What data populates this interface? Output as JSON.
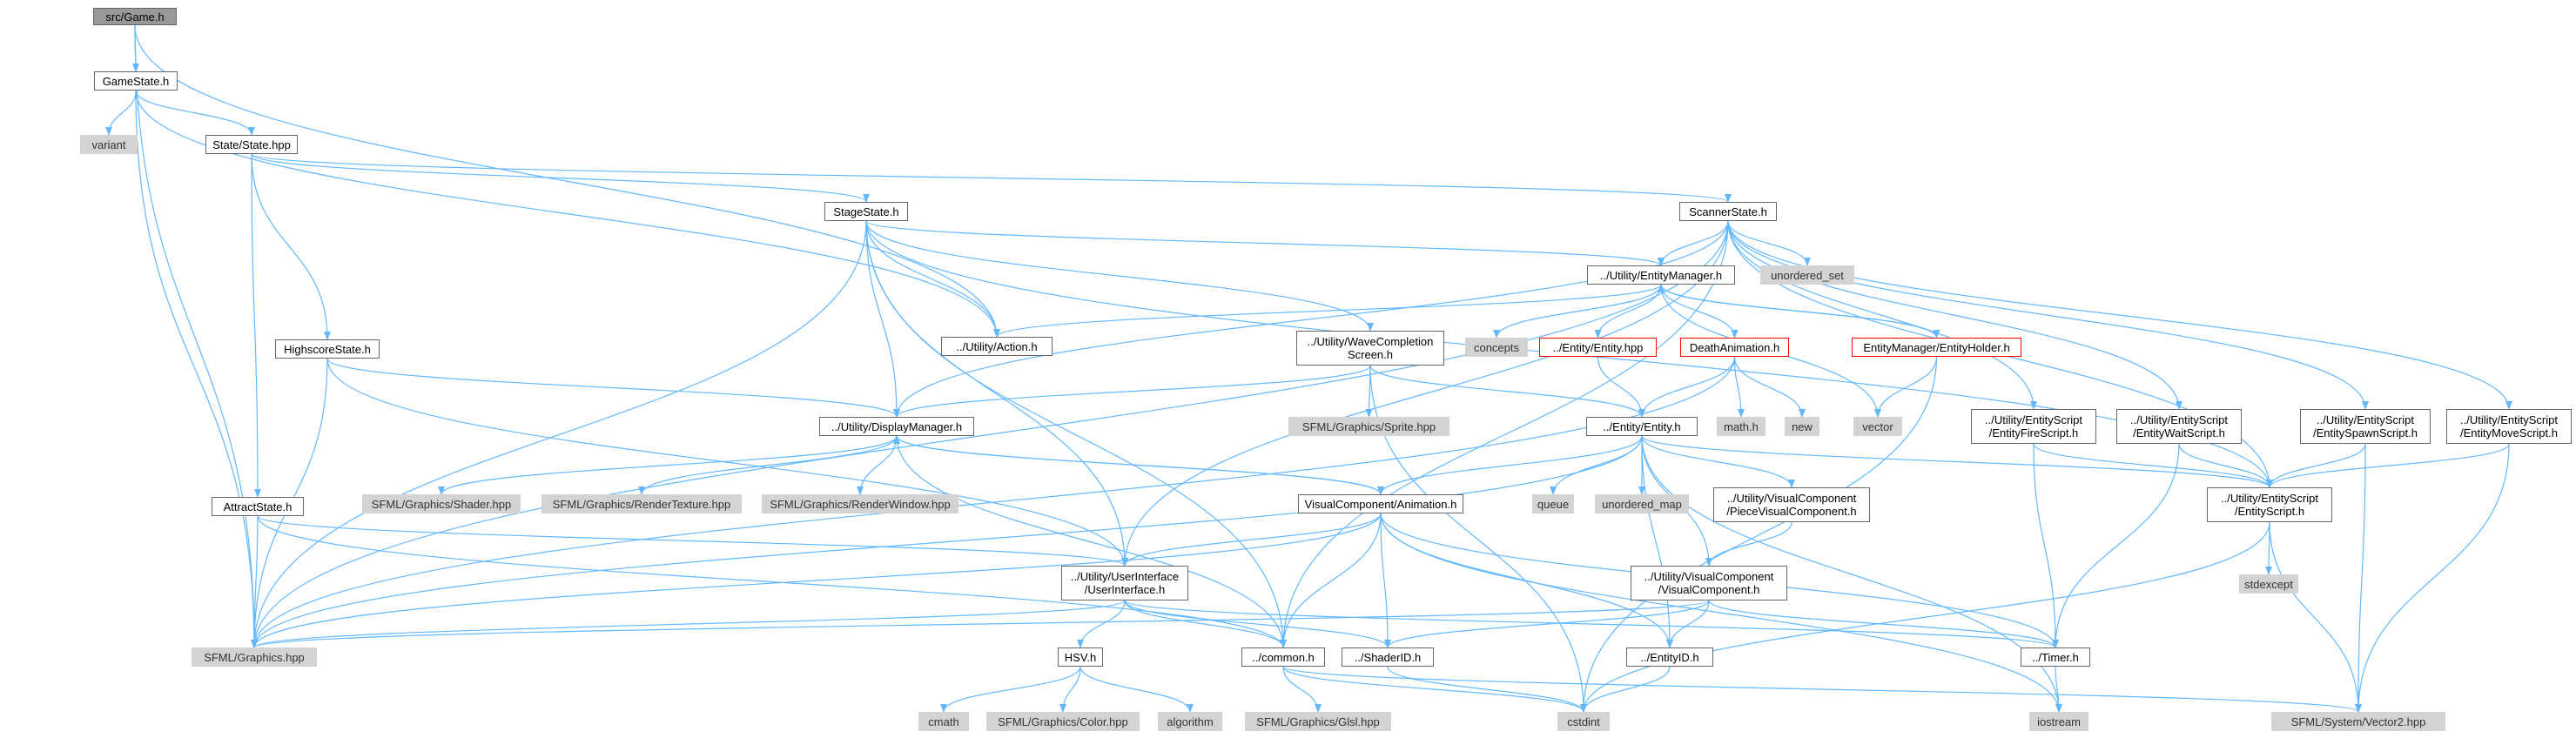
{
  "colors": {
    "edge": "#63b8ff",
    "node_border": "#666666",
    "node_fill": "#ffffff",
    "external_fill": "#d3d3d3",
    "root_fill": "#999999",
    "truncated_border": "#ff0000"
  },
  "nodes": {
    "game_h": {
      "label": [
        "src/Game.h"
      ],
      "kind": "root"
    },
    "gamestate_h": {
      "label": [
        "GameState.h"
      ],
      "kind": "normal"
    },
    "variant": {
      "label": [
        "variant"
      ],
      "kind": "external"
    },
    "state_hpp": {
      "label": [
        "State/State.hpp"
      ],
      "kind": "normal"
    },
    "stagestate_h": {
      "label": [
        "StageState.h"
      ],
      "kind": "normal"
    },
    "scannerstate_h": {
      "label": [
        "ScannerState.h"
      ],
      "kind": "normal"
    },
    "highscorestate_h": {
      "label": [
        "HighscoreState.h"
      ],
      "kind": "normal"
    },
    "attractstate_h": {
      "label": [
        "AttractState.h"
      ],
      "kind": "normal"
    },
    "action_h": {
      "label": [
        "../Utility/Action.h"
      ],
      "kind": "normal"
    },
    "entitymanager_h": {
      "label": [
        "../Utility/EntityManager.h"
      ],
      "kind": "normal"
    },
    "unordered_set": {
      "label": [
        "unordered_set"
      ],
      "kind": "external"
    },
    "concepts": {
      "label": [
        "concepts"
      ],
      "kind": "external"
    },
    "entity_hpp": {
      "label": [
        "../Entity/Entity.hpp"
      ],
      "kind": "truncated"
    },
    "deathanimation_h": {
      "label": [
        "DeathAnimation.h"
      ],
      "kind": "truncated"
    },
    "entityholder_h": {
      "label": [
        "EntityManager/EntityHolder.h"
      ],
      "kind": "truncated"
    },
    "wavecompletion_h": {
      "label": [
        "../Utility/WaveCompletion",
        "Screen.h"
      ],
      "kind": "normal"
    },
    "sprite_hpp": {
      "label": [
        "SFML/Graphics/Sprite.hpp"
      ],
      "kind": "external"
    },
    "math_h": {
      "label": [
        "math.h"
      ],
      "kind": "external"
    },
    "new": {
      "label": [
        "new"
      ],
      "kind": "external"
    },
    "vector": {
      "label": [
        "vector"
      ],
      "kind": "external"
    },
    "displaymanager_h": {
      "label": [
        "../Utility/DisplayManager.h"
      ],
      "kind": "normal"
    },
    "entity_h": {
      "label": [
        "../Entity/Entity.h"
      ],
      "kind": "normal"
    },
    "entityfirescript_h": {
      "label": [
        "../Utility/EntityScript",
        "/EntityFireScript.h"
      ],
      "kind": "normal"
    },
    "entitywaitscript_h": {
      "label": [
        "../Utility/EntityScript",
        "/EntityWaitScript.h"
      ],
      "kind": "normal"
    },
    "entityspawnscript_h": {
      "label": [
        "../Utility/EntityScript",
        "/EntitySpawnScript.h"
      ],
      "kind": "normal"
    },
    "entitymovescript_h": {
      "label": [
        "../Utility/EntityScript",
        "/EntityMoveScript.h"
      ],
      "kind": "normal"
    },
    "shader_hpp": {
      "label": [
        "SFML/Graphics/Shader.hpp"
      ],
      "kind": "external"
    },
    "rendertexture_hpp": {
      "label": [
        "SFML/Graphics/RenderTexture.hpp"
      ],
      "kind": "external"
    },
    "renderwindow_hpp": {
      "label": [
        "SFML/Graphics/RenderWindow.hpp"
      ],
      "kind": "external"
    },
    "animation_h": {
      "label": [
        "VisualComponent/Animation.h"
      ],
      "kind": "normal"
    },
    "queue": {
      "label": [
        "queue"
      ],
      "kind": "external"
    },
    "unordered_map": {
      "label": [
        "unordered_map"
      ],
      "kind": "external"
    },
    "piecevisual_h": {
      "label": [
        "../Utility/VisualComponent",
        "/PieceVisualComponent.h"
      ],
      "kind": "normal"
    },
    "entityscript_h": {
      "label": [
        "../Utility/EntityScript",
        "/EntityScript.h"
      ],
      "kind": "normal"
    },
    "stdexcept": {
      "label": [
        "stdexcept"
      ],
      "kind": "external"
    },
    "userinterface_h": {
      "label": [
        "../Utility/UserInterface",
        "/UserInterface.h"
      ],
      "kind": "normal"
    },
    "visualcomponent_h": {
      "label": [
        "../Utility/VisualComponent",
        "/VisualComponent.h"
      ],
      "kind": "normal"
    },
    "graphics_hpp": {
      "label": [
        "SFML/Graphics.hpp"
      ],
      "kind": "external"
    },
    "hsv_h": {
      "label": [
        "HSV.h"
      ],
      "kind": "normal"
    },
    "common_h": {
      "label": [
        "../common.h"
      ],
      "kind": "normal"
    },
    "shaderid_h": {
      "label": [
        "../ShaderID.h"
      ],
      "kind": "normal"
    },
    "entityid_h": {
      "label": [
        "../EntityID.h"
      ],
      "kind": "normal"
    },
    "timer_h": {
      "label": [
        "../Timer.h"
      ],
      "kind": "normal"
    },
    "cmath": {
      "label": [
        "cmath"
      ],
      "kind": "external"
    },
    "color_hpp": {
      "label": [
        "SFML/Graphics/Color.hpp"
      ],
      "kind": "external"
    },
    "algorithm": {
      "label": [
        "algorithm"
      ],
      "kind": "external"
    },
    "glsl_hpp": {
      "label": [
        "SFML/Graphics/Glsl.hpp"
      ],
      "kind": "external"
    },
    "cstdint": {
      "label": [
        "cstdint"
      ],
      "kind": "external"
    },
    "iostream": {
      "label": [
        "iostream"
      ],
      "kind": "external"
    },
    "vector2_hpp": {
      "label": [
        "SFML/System/Vector2.hpp"
      ],
      "kind": "external"
    }
  },
  "edges": [
    [
      "game_h",
      "gamestate_h"
    ],
    [
      "game_h",
      "action_h"
    ],
    [
      "game_h",
      "graphics_hpp"
    ],
    [
      "gamestate_h",
      "variant"
    ],
    [
      "gamestate_h",
      "state_hpp"
    ],
    [
      "gamestate_h",
      "action_h"
    ],
    [
      "gamestate_h",
      "graphics_hpp"
    ],
    [
      "state_hpp",
      "stagestate_h"
    ],
    [
      "state_hpp",
      "scannerstate_h"
    ],
    [
      "state_hpp",
      "highscorestate_h"
    ],
    [
      "state_hpp",
      "attractstate_h"
    ],
    [
      "stagestate_h",
      "entitymanager_h"
    ],
    [
      "stagestate_h",
      "action_h"
    ],
    [
      "stagestate_h",
      "wavecompletion_h"
    ],
    [
      "stagestate_h",
      "displaymanager_h"
    ],
    [
      "stagestate_h",
      "userinterface_h"
    ],
    [
      "stagestate_h",
      "common_h"
    ],
    [
      "stagestate_h",
      "graphics_hpp"
    ],
    [
      "stagestate_h",
      "entityscript_h"
    ],
    [
      "scannerstate_h",
      "entitymanager_h"
    ],
    [
      "scannerstate_h",
      "unordered_set"
    ],
    [
      "scannerstate_h",
      "displaymanager_h"
    ],
    [
      "scannerstate_h",
      "userinterface_h"
    ],
    [
      "scannerstate_h",
      "entityfirescript_h"
    ],
    [
      "scannerstate_h",
      "entitywaitscript_h"
    ],
    [
      "scannerstate_h",
      "entityspawnscript_h"
    ],
    [
      "scannerstate_h",
      "entitymovescript_h"
    ],
    [
      "scannerstate_h",
      "entityscript_h"
    ],
    [
      "scannerstate_h",
      "common_h"
    ],
    [
      "scannerstate_h",
      "graphics_hpp"
    ],
    [
      "highscorestate_h",
      "displaymanager_h"
    ],
    [
      "highscorestate_h",
      "userinterface_h"
    ],
    [
      "highscorestate_h",
      "graphics_hpp"
    ],
    [
      "attractstate_h",
      "userinterface_h"
    ],
    [
      "attractstate_h",
      "common_h"
    ],
    [
      "attractstate_h",
      "graphics_hpp"
    ],
    [
      "entitymanager_h",
      "action_h"
    ],
    [
      "entitymanager_h",
      "concepts"
    ],
    [
      "entitymanager_h",
      "entity_hpp"
    ],
    [
      "entitymanager_h",
      "deathanimation_h"
    ],
    [
      "entitymanager_h",
      "entityholder_h"
    ],
    [
      "entitymanager_h",
      "vector"
    ],
    [
      "entityholder_h",
      "entitymanager_h"
    ],
    [
      "entityholder_h",
      "vector"
    ],
    [
      "entityholder_h",
      "cstdint"
    ],
    [
      "entity_hpp",
      "entity_h"
    ],
    [
      "deathanimation_h",
      "entity_h"
    ],
    [
      "deathanimation_h",
      "math_h"
    ],
    [
      "deathanimation_h",
      "new"
    ],
    [
      "deathanimation_h",
      "graphics_hpp"
    ],
    [
      "wavecompletion_h",
      "sprite_hpp"
    ],
    [
      "wavecompletion_h",
      "displaymanager_h"
    ],
    [
      "wavecompletion_h",
      "entity_h"
    ],
    [
      "wavecompletion_h",
      "cstdint"
    ],
    [
      "displaymanager_h",
      "shader_hpp"
    ],
    [
      "displaymanager_h",
      "rendertexture_hpp"
    ],
    [
      "displaymanager_h",
      "renderwindow_hpp"
    ],
    [
      "displaymanager_h",
      "animation_h"
    ],
    [
      "displaymanager_h",
      "common_h"
    ],
    [
      "entity_h",
      "animation_h"
    ],
    [
      "entity_h",
      "queue"
    ],
    [
      "entity_h",
      "unordered_map"
    ],
    [
      "entity_h",
      "piecevisual_h"
    ],
    [
      "entity_h",
      "visualcomponent_h"
    ],
    [
      "entity_h",
      "entityid_h"
    ],
    [
      "entity_h",
      "entityscript_h"
    ],
    [
      "entity_h",
      "iostream"
    ],
    [
      "entity_h",
      "graphics_hpp"
    ],
    [
      "entityfirescript_h",
      "entityscript_h"
    ],
    [
      "entityfirescript_h",
      "timer_h"
    ],
    [
      "entitywaitscript_h",
      "entityscript_h"
    ],
    [
      "entitywaitscript_h",
      "timer_h"
    ],
    [
      "entityspawnscript_h",
      "entityscript_h"
    ],
    [
      "entityspawnscript_h",
      "vector2_hpp"
    ],
    [
      "entitymovescript_h",
      "entityscript_h"
    ],
    [
      "entitymovescript_h",
      "vector2_hpp"
    ],
    [
      "animation_h",
      "displaymanager_h"
    ],
    [
      "animation_h",
      "userinterface_h"
    ],
    [
      "animation_h",
      "graphics_hpp"
    ],
    [
      "animation_h",
      "common_h"
    ],
    [
      "animation_h",
      "shaderid_h"
    ],
    [
      "animation_h",
      "entityid_h"
    ],
    [
      "animation_h",
      "timer_h"
    ],
    [
      "animation_h",
      "iostream"
    ],
    [
      "piecevisual_h",
      "visualcomponent_h"
    ],
    [
      "entityscript_h",
      "stdexcept"
    ],
    [
      "entityscript_h",
      "vector2_hpp"
    ],
    [
      "entityscript_h",
      "cstdint"
    ],
    [
      "userinterface_h",
      "hsv_h"
    ],
    [
      "userinterface_h",
      "common_h"
    ],
    [
      "userinterface_h",
      "shaderid_h"
    ],
    [
      "userinterface_h",
      "timer_h"
    ],
    [
      "userinterface_h",
      "graphics_hpp"
    ],
    [
      "visualcomponent_h",
      "graphics_hpp"
    ],
    [
      "visualcomponent_h",
      "shaderid_h"
    ],
    [
      "visualcomponent_h",
      "entityid_h"
    ],
    [
      "visualcomponent_h",
      "timer_h"
    ],
    [
      "hsv_h",
      "cmath"
    ],
    [
      "hsv_h",
      "color_hpp"
    ],
    [
      "hsv_h",
      "algorithm"
    ],
    [
      "common_h",
      "glsl_hpp"
    ],
    [
      "common_h",
      "cstdint"
    ],
    [
      "common_h",
      "vector2_hpp"
    ],
    [
      "shaderid_h",
      "cstdint"
    ],
    [
      "entityid_h",
      "cstdint"
    ],
    [
      "timer_h",
      "iostream"
    ]
  ]
}
